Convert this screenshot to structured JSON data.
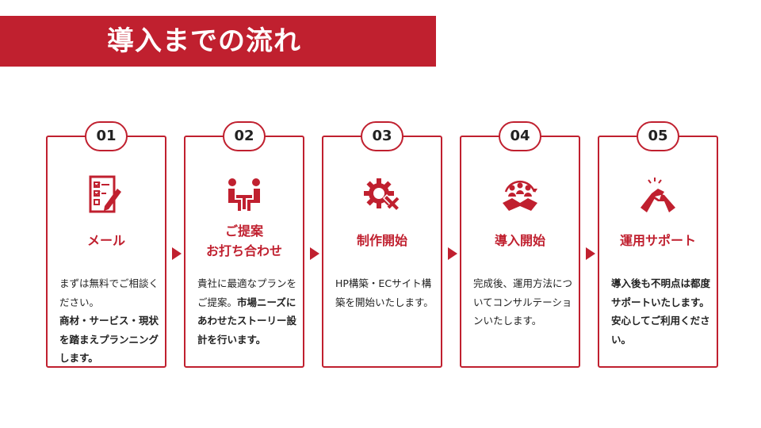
{
  "title": "導入までの流れ",
  "steps": [
    {
      "num": "01",
      "icon": "checklist-pencil-icon",
      "label": [
        "メール"
      ],
      "desc_plain": "まずは無料でご相談ください。",
      "desc_bold": "商材・サービス・現状を踏まえプランニングします。"
    },
    {
      "num": "02",
      "icon": "meeting-icon",
      "label": [
        "ご提案",
        "お打ち合わせ"
      ],
      "desc_plain": "貴社に最適なプランをご提案。",
      "desc_bold": "市場ニーズにあわせたストーリー設計を行います。"
    },
    {
      "num": "03",
      "icon": "gear-tools-icon",
      "label": [
        "制作開始"
      ],
      "desc_plain": "HP構築・ECサイト構築を開始いたします。",
      "desc_bold": ""
    },
    {
      "num": "04",
      "icon": "team-handshake-icon",
      "label": [
        "導入開始"
      ],
      "desc_plain": "完成後、運用方法についてコンサルテーションいたします。",
      "desc_bold": ""
    },
    {
      "num": "05",
      "icon": "handclasp-icon",
      "label": [
        "運用サポート"
      ],
      "desc_plain": "",
      "desc_bold": "導入後も不明点は都度サポートいたします。安心してご利用ください。"
    }
  ],
  "colors": {
    "accent": "#c0202f",
    "text": "#222222"
  }
}
